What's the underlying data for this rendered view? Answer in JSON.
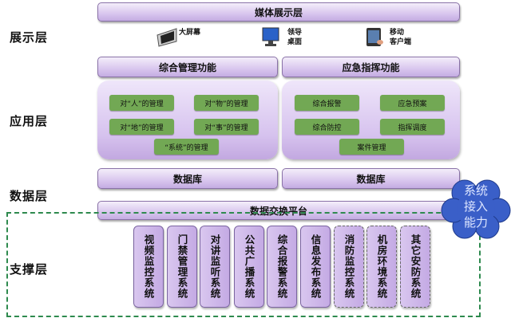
{
  "layers": {
    "display": "展示层",
    "application": "应用层",
    "data": "数据层",
    "support": "支撑层"
  },
  "media_bar": "媒体展示层",
  "devices": [
    {
      "label": "大屏幕",
      "icon": "large-screen-icon"
    },
    {
      "label": "领导\n桌面",
      "icon": "monitor-icon"
    },
    {
      "label": "移动\n客户端",
      "icon": "tablet-icon"
    }
  ],
  "functions": {
    "management": "综合管理功能",
    "command": "应急指挥功能"
  },
  "management_items": [
    "对“人”的管理",
    "对“物”的管理",
    "对“地”的管理",
    "对“事”的管理",
    "“系统”的管理"
  ],
  "command_items": [
    "综合报警",
    "应急预案",
    "综合防控",
    "指挥调度",
    "案件管理"
  ],
  "databases": [
    "数据库",
    "数据库"
  ],
  "exchange": "数据交换平台",
  "cloud": "系统\n接入\n能力",
  "systems": [
    "视频监控系统",
    "门禁管理系统",
    "对讲监听系统",
    "公共广播系统",
    "综合报警系统",
    "信息发布系统",
    "消防监控系统",
    "机房环境系统",
    "其它安防系统"
  ],
  "colors": {
    "purple": "#d6c2ee",
    "green": "#72a854",
    "dash": "#2e8a4e",
    "cloud": "#3a5fc8"
  }
}
